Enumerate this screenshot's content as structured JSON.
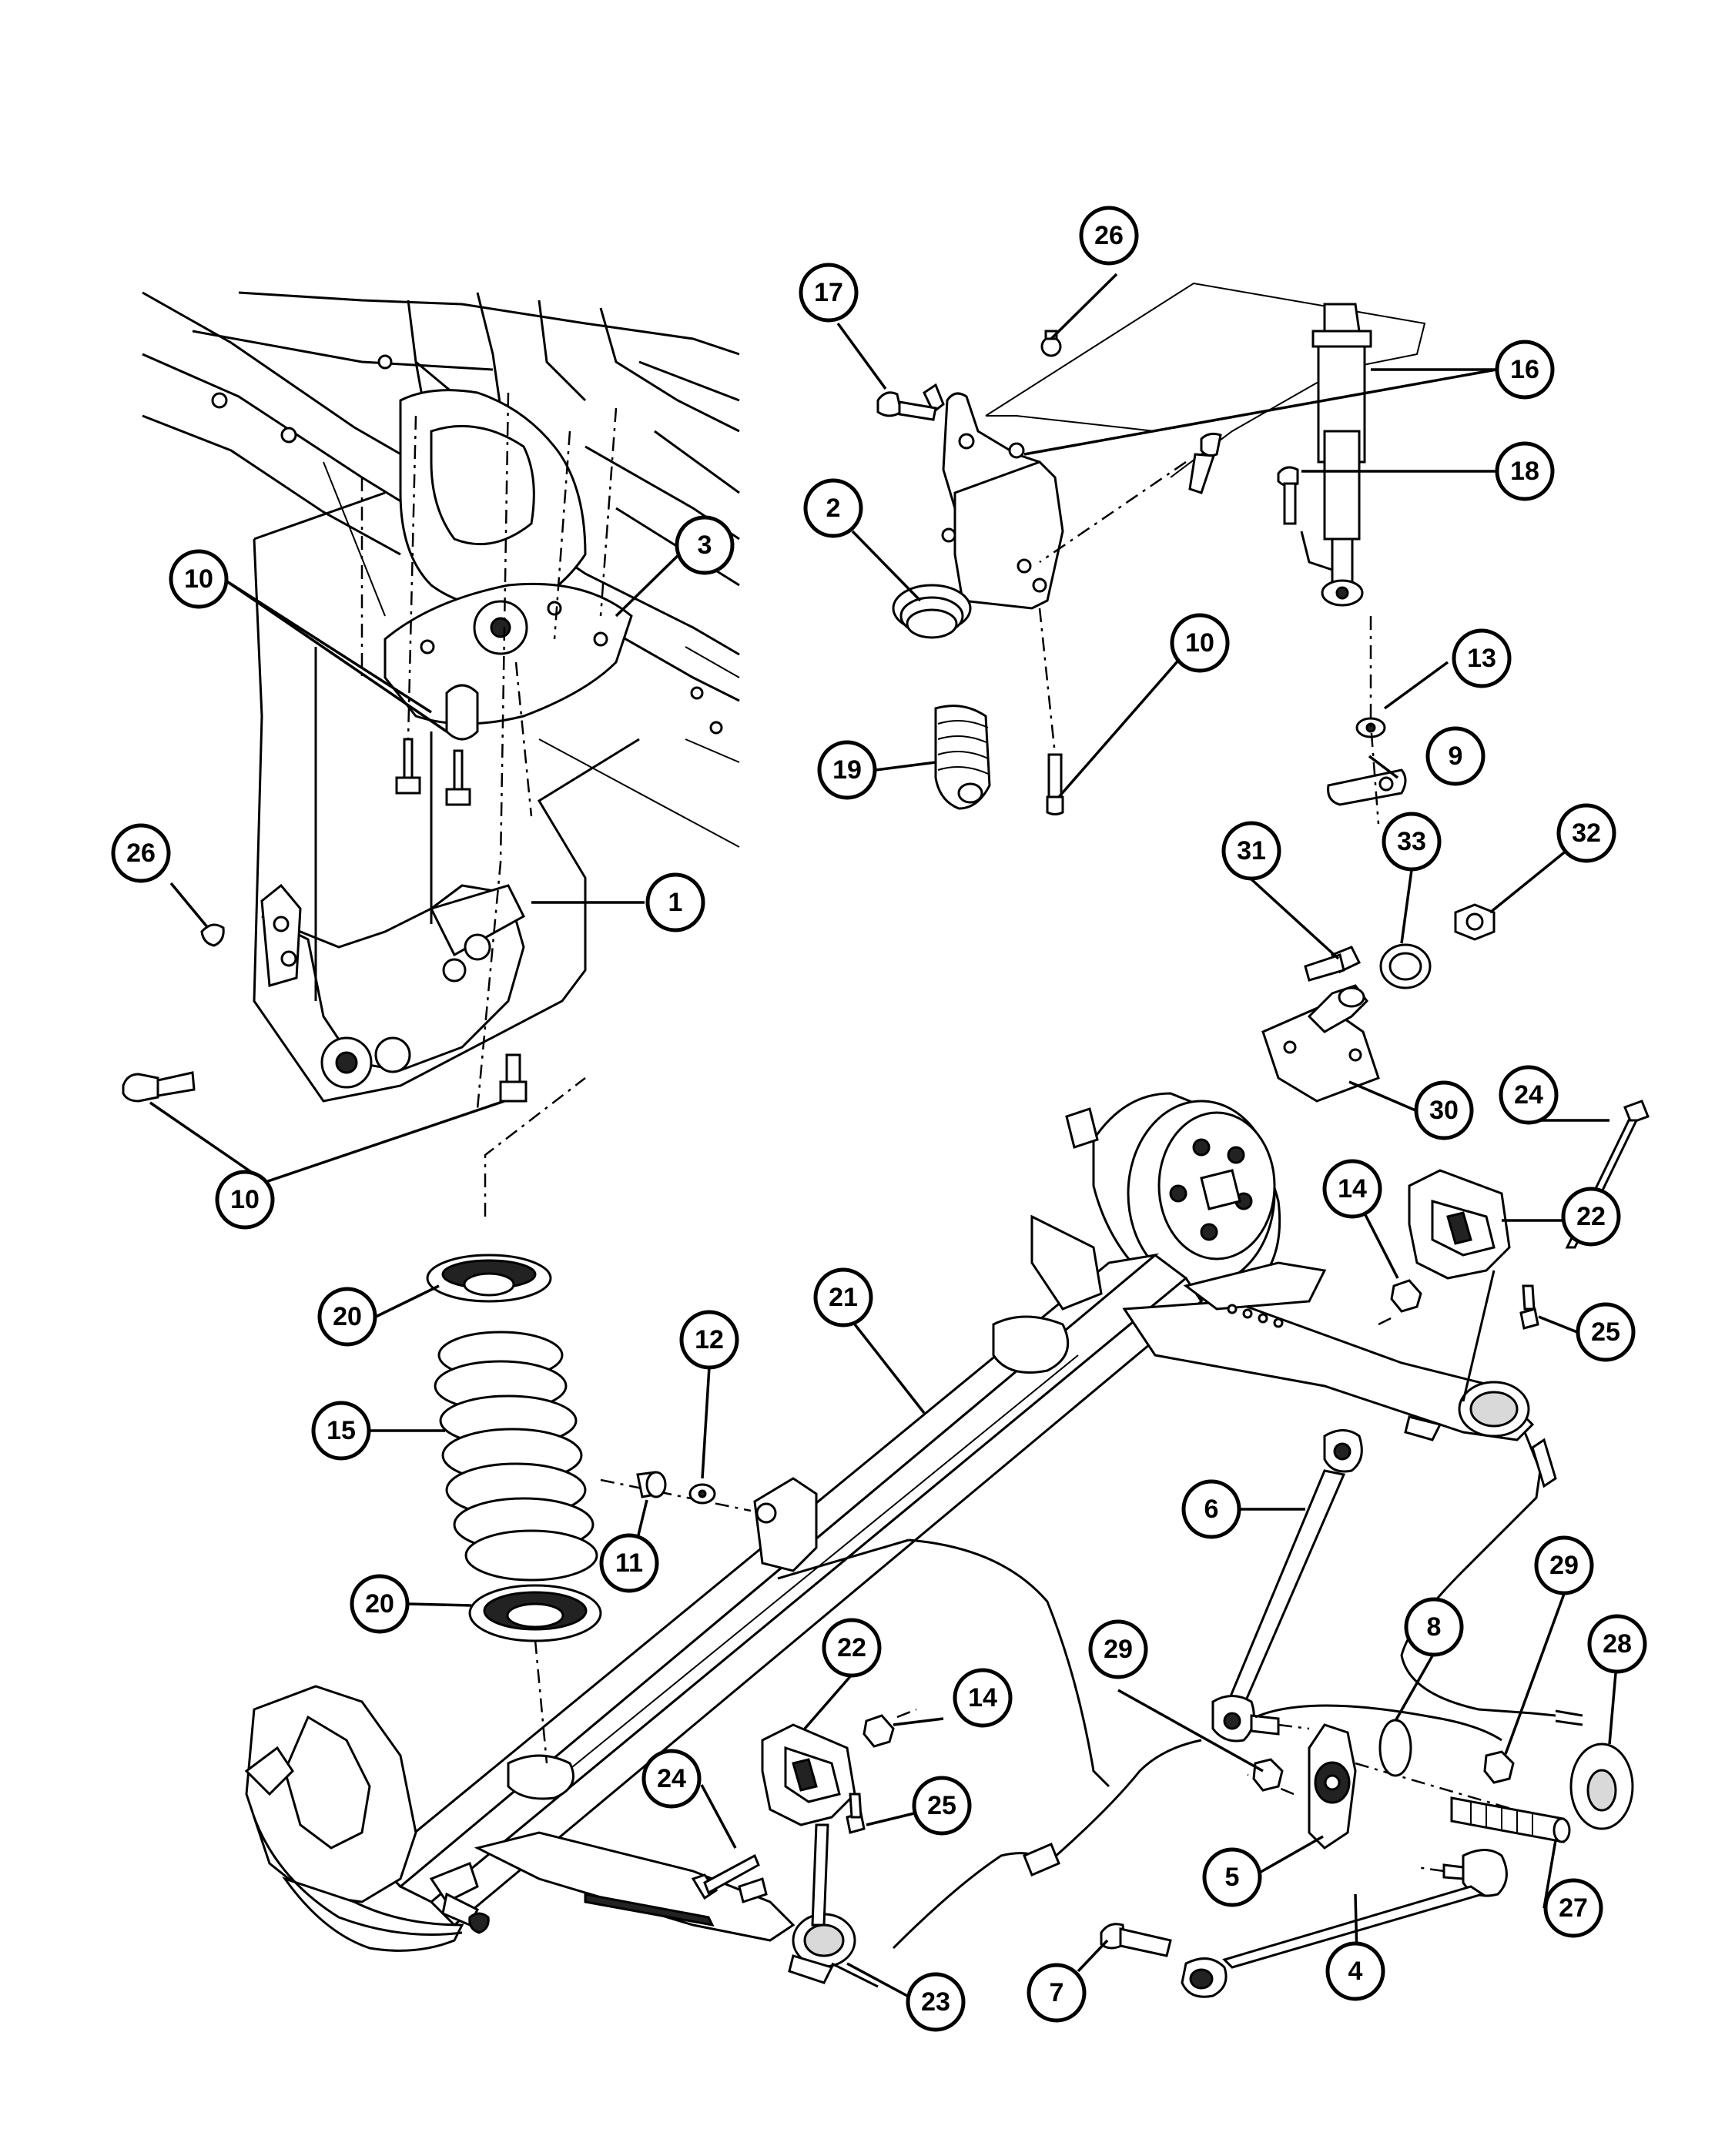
{
  "diagram": {
    "callouts": [
      {
        "id": "c1",
        "label": "1"
      },
      {
        "id": "c2",
        "label": "2"
      },
      {
        "id": "c3",
        "label": "3"
      },
      {
        "id": "c4",
        "label": "4"
      },
      {
        "id": "c5",
        "label": "5"
      },
      {
        "id": "c6",
        "label": "6"
      },
      {
        "id": "c7",
        "label": "7"
      },
      {
        "id": "c8",
        "label": "8"
      },
      {
        "id": "c9",
        "label": "9"
      },
      {
        "id": "c10a",
        "label": "10"
      },
      {
        "id": "c10b",
        "label": "10"
      },
      {
        "id": "c10c",
        "label": "10"
      },
      {
        "id": "c11",
        "label": "11"
      },
      {
        "id": "c12",
        "label": "12"
      },
      {
        "id": "c13",
        "label": "13"
      },
      {
        "id": "c14a",
        "label": "14"
      },
      {
        "id": "c14b",
        "label": "14"
      },
      {
        "id": "c15",
        "label": "15"
      },
      {
        "id": "c16",
        "label": "16"
      },
      {
        "id": "c17",
        "label": "17"
      },
      {
        "id": "c18",
        "label": "18"
      },
      {
        "id": "c19",
        "label": "19"
      },
      {
        "id": "c20a",
        "label": "20"
      },
      {
        "id": "c20b",
        "label": "20"
      },
      {
        "id": "c21",
        "label": "21"
      },
      {
        "id": "c22a",
        "label": "22"
      },
      {
        "id": "c22b",
        "label": "22"
      },
      {
        "id": "c23",
        "label": "23"
      },
      {
        "id": "c24a",
        "label": "24"
      },
      {
        "id": "c24b",
        "label": "24"
      },
      {
        "id": "c25a",
        "label": "25"
      },
      {
        "id": "c25b",
        "label": "25"
      },
      {
        "id": "c26a",
        "label": "26"
      },
      {
        "id": "c26b",
        "label": "26"
      },
      {
        "id": "c27",
        "label": "27"
      },
      {
        "id": "c28",
        "label": "28"
      },
      {
        "id": "c29a",
        "label": "29"
      },
      {
        "id": "c29b",
        "label": "29"
      },
      {
        "id": "c30",
        "label": "30"
      },
      {
        "id": "c31",
        "label": "31"
      },
      {
        "id": "c32",
        "label": "32"
      },
      {
        "id": "c33",
        "label": "33"
      }
    ]
  }
}
